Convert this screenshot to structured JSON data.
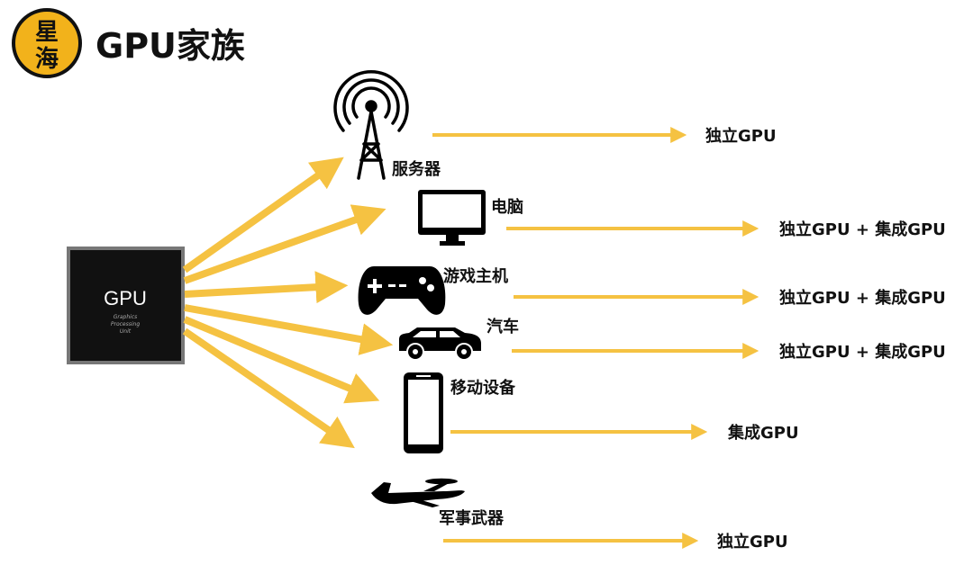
{
  "header": {
    "logo_text": [
      "星",
      "海"
    ],
    "title": "GPU家族"
  },
  "chip": {
    "name": "GPU",
    "subtitle_lines": [
      "Graphics",
      "Processing",
      "Unit"
    ]
  },
  "colors": {
    "arrow": "#F5C242",
    "logo_bg": "#F2B21B",
    "chip_bg": "#111111",
    "icon": "#000000"
  },
  "devices": [
    {
      "id": "server",
      "icon": "radio-tower-icon",
      "label": "服务器",
      "result": "独立GPU"
    },
    {
      "id": "pc",
      "icon": "monitor-icon",
      "label": "电脑",
      "result": "独立GPU + 集成GPU"
    },
    {
      "id": "console",
      "icon": "gamepad-icon",
      "label": "游戏主机",
      "result": "独立GPU + 集成GPU"
    },
    {
      "id": "car",
      "icon": "car-icon",
      "label": "汽车",
      "result": "独立GPU + 集成GPU"
    },
    {
      "id": "mobile",
      "icon": "smartphone-icon",
      "label": "移动设备",
      "result": "集成GPU"
    },
    {
      "id": "military",
      "icon": "aircraft-icon",
      "label": "军事武器",
      "result": "独立GPU"
    }
  ]
}
